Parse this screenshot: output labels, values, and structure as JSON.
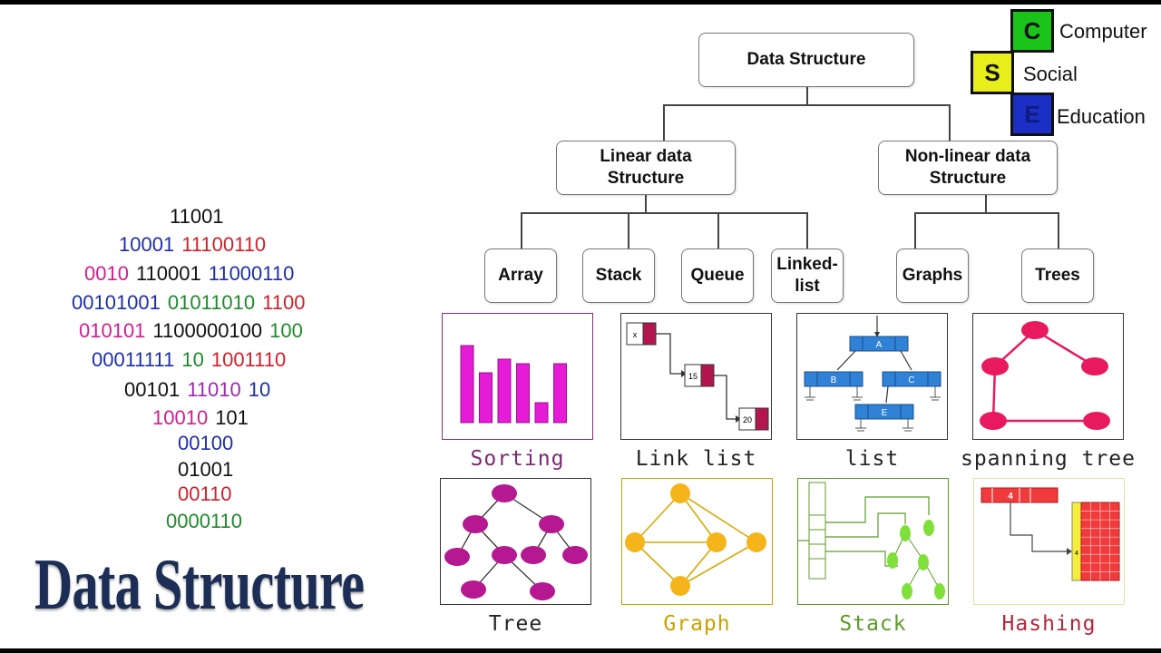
{
  "binary_lines": [
    [
      {
        "text": "11001",
        "color": "#111111"
      }
    ],
    [
      {
        "text": "10001",
        "color": "#1d2fa6"
      },
      {
        "text": "11100110",
        "color": "#d0202a"
      }
    ],
    [
      {
        "text": "0010",
        "color": "#d11d8f"
      },
      {
        "text": "110001",
        "color": "#111111"
      },
      {
        "text": "11000110",
        "color": "#1d2fa6"
      }
    ],
    [
      {
        "text": "00101001",
        "color": "#1d2fa6"
      },
      {
        "text": "01011010",
        "color": "#1e8a2c"
      },
      {
        "text": "1100",
        "color": "#d0202a"
      }
    ],
    [
      {
        "text": "010101",
        "color": "#d11d8f"
      },
      {
        "text": "1100000100",
        "color": "#111111"
      },
      {
        "text": "100",
        "color": "#1e8a2c"
      }
    ],
    [
      {
        "text": "00011111",
        "color": "#1d2fa6"
      },
      {
        "text": "10",
        "color": "#1e8a2c"
      },
      {
        "text": "1001110",
        "color": "#d0202a"
      }
    ],
    [
      {
        "text": "00101",
        "color": "#111111"
      },
      {
        "text": "11010",
        "color": "#9b2ab0"
      },
      {
        "text": "10",
        "color": "#1d2fa6"
      }
    ],
    [
      {
        "text": "10010",
        "color": "#d11d8f"
      },
      {
        "text": "101",
        "color": "#111111"
      }
    ],
    [
      {
        "text": "00100",
        "color": "#1d2fa6"
      }
    ],
    [
      {
        "text": "01001",
        "color": "#111111"
      }
    ],
    [
      {
        "text": "00110",
        "color": "#d0202a"
      }
    ],
    [
      {
        "text": "0000110",
        "color": "#1e8a2c"
      }
    ]
  ],
  "title": "Data Structure",
  "hierarchy": {
    "root": "Data Structure",
    "linear": "Linear data\nStructure",
    "nonlinear": "Non-linear data\nStructure",
    "leaves": [
      "Array",
      "Stack",
      "Queue",
      "Linked-\nlist",
      "Graphs",
      "Trees"
    ]
  },
  "tiles_row1": [
    {
      "caption": "Sorting",
      "color": "#7a2a70"
    },
    {
      "caption": "Link list",
      "color": "#222222"
    },
    {
      "caption": "list",
      "color": "#222222"
    },
    {
      "caption": "spanning tree",
      "color": "#222222"
    }
  ],
  "tiles_row2": [
    {
      "caption": "Tree",
      "color": "#222222"
    },
    {
      "caption": "Graph",
      "color": "#c9a200"
    },
    {
      "caption": "Stack",
      "color": "#5e9a2a"
    },
    {
      "caption": "Hashing",
      "color": "#b0283a"
    }
  ],
  "sorting_bars": [
    85,
    55,
    70,
    65,
    22,
    65
  ],
  "linklist_labels": [
    "x",
    "15",
    "20"
  ],
  "list_labels": [
    "A",
    "B",
    "C",
    "E"
  ],
  "hashing_label": "4",
  "logo": {
    "letters": [
      {
        "letter": "C",
        "word": "Computer",
        "color": "#1bc41b"
      },
      {
        "letter": "S",
        "word": "Social",
        "color": "#e8ee1a"
      },
      {
        "letter": "E",
        "word": "Education",
        "color": "#1b2fc4"
      }
    ]
  },
  "colors": {
    "magenta": "#e51bd6",
    "crimson": "#b3164f",
    "blue_node": "#2f82d6",
    "pink_node": "#e8195e",
    "tree_node": "#b51890",
    "graph_node": "#f5b51a",
    "stack_node": "#7fe03a",
    "hash_red": "#ef3b3b"
  }
}
